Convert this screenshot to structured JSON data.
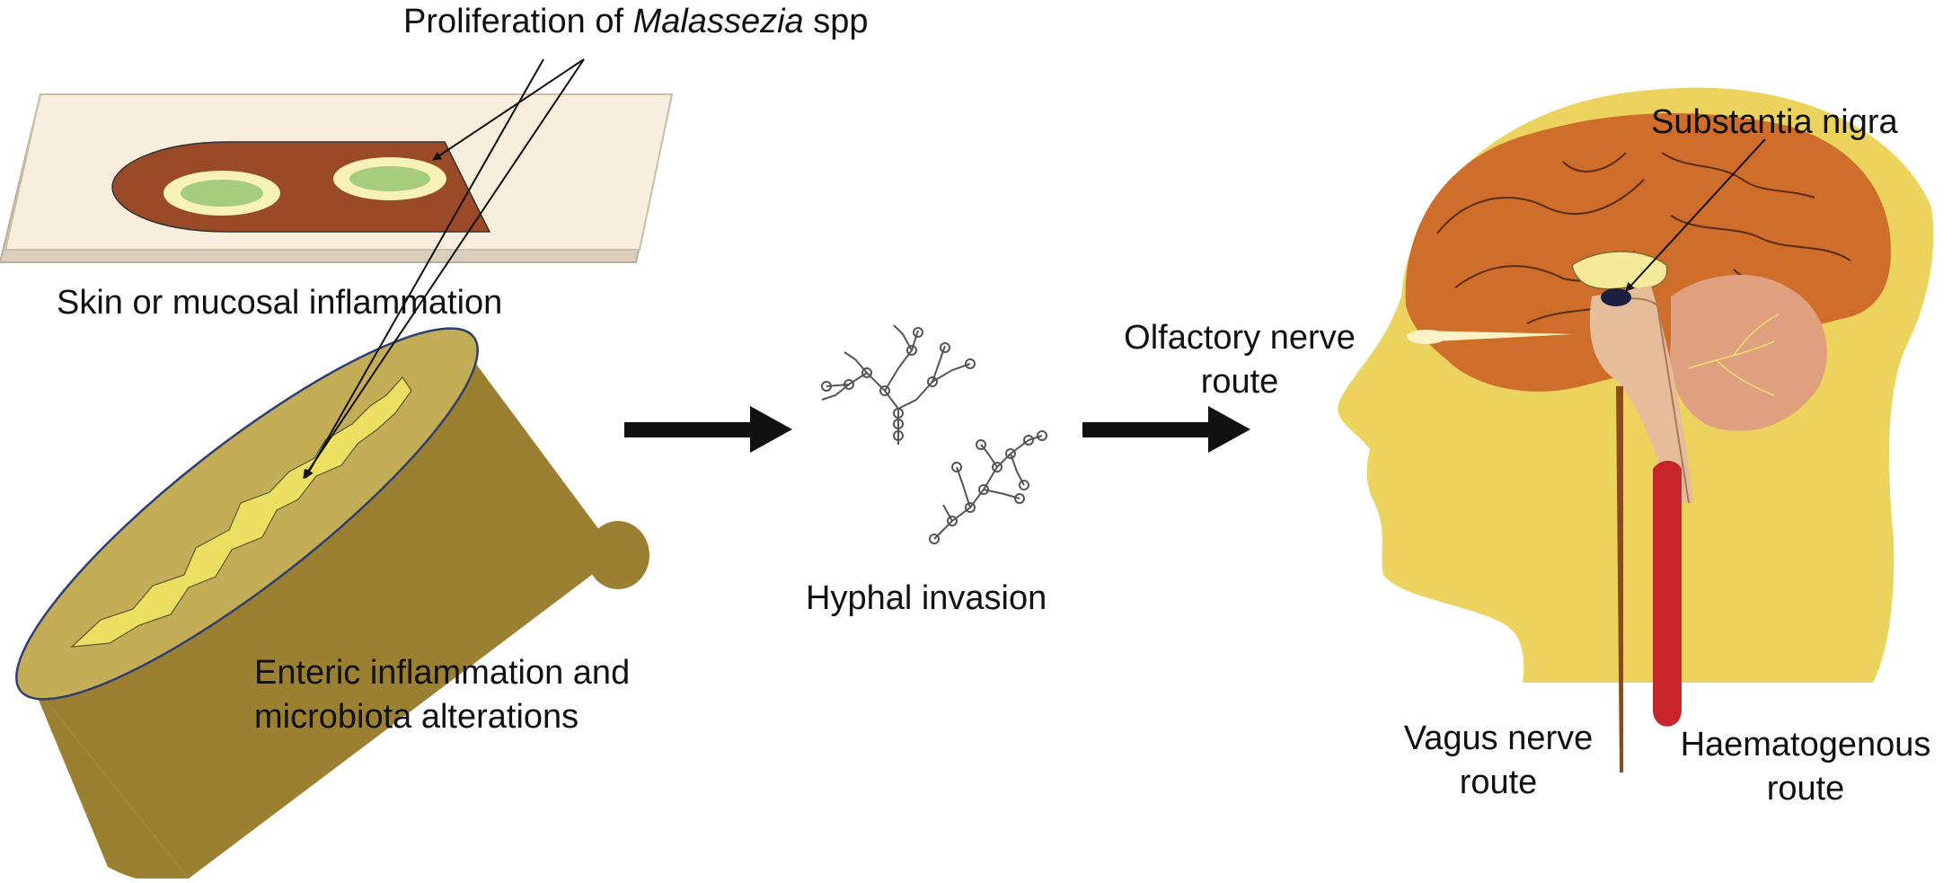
{
  "labels": {
    "proliferation_prefix": "Proliferation of ",
    "proliferation_italic": "Malassezia",
    "proliferation_suffix": " spp",
    "skin": "Skin or mucosal inflammation",
    "enteric_line1": "Enteric inflammation and",
    "enteric_line2": "microbiota alterations",
    "hyphal": "Hyphal invasion",
    "olfactory_line1": "Olfactory nerve",
    "olfactory_line2": "route",
    "substantia": "Substantia nigra",
    "vagus_line1": "Vagus nerve",
    "vagus_line2": "route",
    "haem_line1": "Haematogenous",
    "haem_line2": "route"
  },
  "colors": {
    "skin_surface": "#f7eedd",
    "lesion": "#9a4a26",
    "colony_ring": "#f8f2b8",
    "colony_core": "#a6cc7e",
    "gut_side": "#9a8030",
    "gut_top": "#c3ad56",
    "gut_lumen": "#ecdf62",
    "head": "#ebd35d",
    "cerebrum": "#cf6d2a",
    "cerebellum": "#dea07e",
    "brainstem": "#e6bd9b",
    "olfactory": "#fbf3c6",
    "blood_vessel": "#c7252b",
    "vagus": "#8a4a1e"
  },
  "icons": [
    "skin-layer-icon",
    "intestine-section-icon",
    "hyphae-icon",
    "head-brain-icon"
  ]
}
